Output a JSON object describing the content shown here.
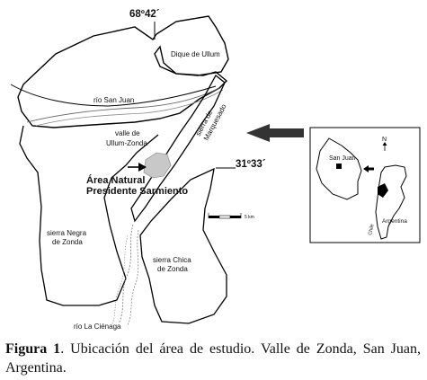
{
  "map": {
    "coordinates": {
      "longitude": "68º42´",
      "latitude": "31º33´"
    },
    "labels": {
      "dique": "Dique de Ullum",
      "rio_san_juan": "río San Juan",
      "valle_line1": "valle de",
      "valle_line2": "Ullum-Zonda",
      "sierra_marquesado_line1": "sierra de",
      "sierra_marquesado_line2": "Marquesado",
      "area_line1": "Área Natural",
      "area_line2": "Presidente Sarmiento",
      "sierra_negra_line1": "sierra Negra",
      "sierra_negra_line2": "de Zonda",
      "sierra_chica_line1": "sierra Chica",
      "sierra_chica_line2": "de Zonda",
      "rio_cienaga": "río La Ciénaga"
    },
    "scale_label": "5 km",
    "inset": {
      "north": "N",
      "province": "San Juan",
      "country": "Argentina",
      "chile": "Chile"
    }
  },
  "caption": {
    "label": "Figura 1",
    "text": ". Ubicación del área de estudio. Valle de Zonda, San Juan, Argentina."
  }
}
